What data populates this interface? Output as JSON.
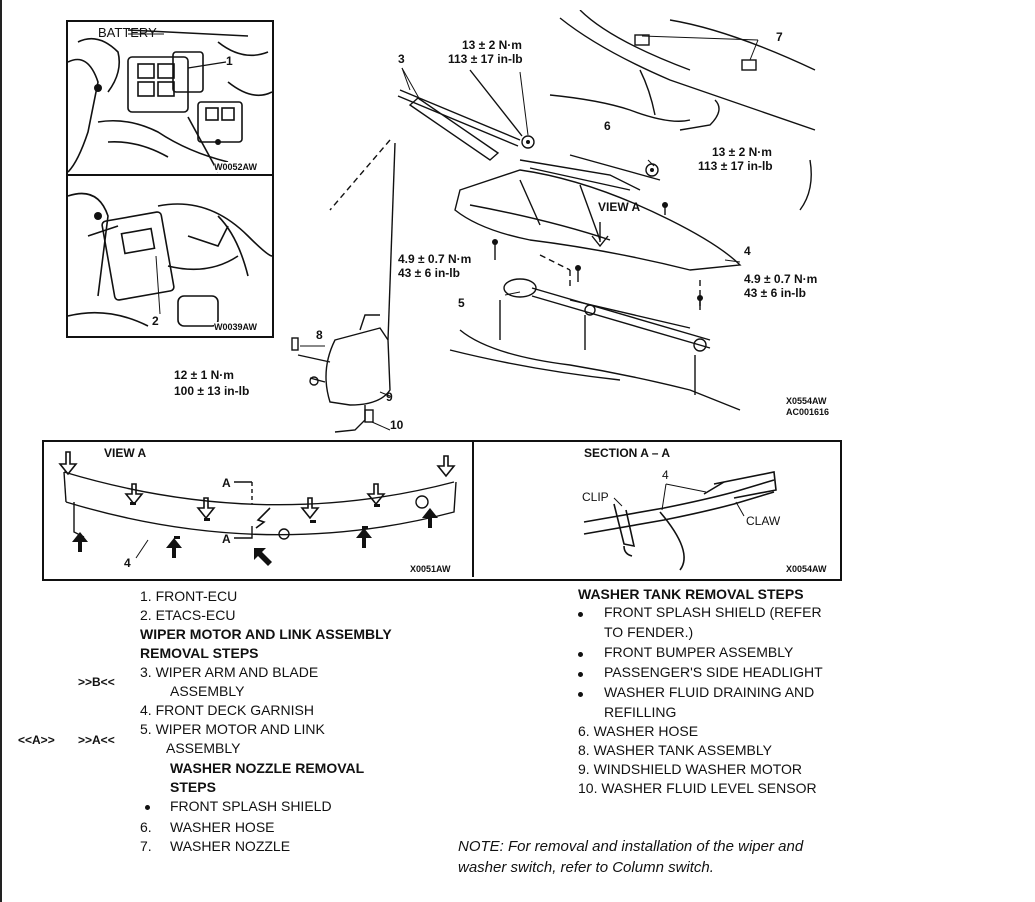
{
  "figures": {
    "photo_top": {
      "label_battery": "BATTERY",
      "callout": "1",
      "code": "W0052AW"
    },
    "photo_bottom": {
      "callout": "2",
      "code": "W0039AW"
    },
    "exploded": {
      "torque_top_nm": "13 ± 2 N·m",
      "torque_top_inlb": "113 ± 17 in-lb",
      "torque_right_nm": "13 ± 2 N·m",
      "torque_right_inlb": "113 ± 17 in-lb",
      "torque_left_nm": "4.9 ± 0.7 N·m",
      "torque_left_inlb": "43 ± 6 in-lb",
      "torque_rightlow_nm": "4.9 ± 0.7 N·m",
      "torque_rightlow_inlb": "43 ± 6 in-lb",
      "torque_tank_nm": "12 ± 1 N·m",
      "torque_tank_inlb": "100 ± 13 in-lb",
      "view_a": "VIEW A",
      "callouts": [
        "3",
        "4",
        "5",
        "6",
        "7",
        "8",
        "9",
        "10"
      ],
      "code1": "X0554AW",
      "code2": "AC001616"
    },
    "view_a_panel": {
      "title": "VIEW A",
      "section_a_top": "A",
      "section_a_bottom": "A",
      "callout": "4",
      "code": "X0051AW"
    },
    "section_panel": {
      "title": "SECTION A – A",
      "clip": "CLIP",
      "claw": "CLAW",
      "callout": "4",
      "code": "X0054AW"
    }
  },
  "left_list": {
    "item1": "1.  FRONT-ECU",
    "item2": "2.  ETACS-ECU",
    "heading1": "WIPER MOTOR AND LINK ASSEMBLY",
    "heading2": "REMOVAL STEPS",
    "item3a": "3.  WIPER ARM AND BLADE",
    "item3b": "ASSEMBLY",
    "item3_mark": ">>B<<",
    "item4": "4.  FRONT DECK GARNISH",
    "item5a": "5.  WIPER MOTOR AND LINK",
    "item5b": "ASSEMBLY",
    "item5_mark1": "<<A>>",
    "item5_mark2": ">>A<<",
    "heading3": "WASHER NOZZLE REMOVAL",
    "heading4": "STEPS",
    "bullet1": "FRONT SPLASH SHIELD",
    "item6_num": "6.",
    "item6": "WASHER HOSE",
    "item7_num": "7.",
    "item7": "WASHER NOZZLE"
  },
  "right_list": {
    "heading": "WASHER TANK REMOVAL STEPS",
    "bullet1a": "FRONT SPLASH SHIELD (REFER",
    "bullet1b": "TO FENDER.)",
    "bullet2": "FRONT BUMPER ASSEMBLY",
    "bullet3": "PASSENGER'S SIDE HEADLIGHT",
    "bullet4a": "WASHER FLUID DRAINING AND",
    "bullet4b": "REFILLING",
    "item6": "6.  WASHER HOSE",
    "item8": "8.  WASHER TANK ASSEMBLY",
    "item9": "9.  WINDSHIELD WASHER MOTOR",
    "item10": "10. WASHER FLUID LEVEL SENSOR"
  },
  "note": {
    "line1": "NOTE: For removal and installation of the wiper and",
    "line2": "washer switch, refer to Column switch."
  }
}
